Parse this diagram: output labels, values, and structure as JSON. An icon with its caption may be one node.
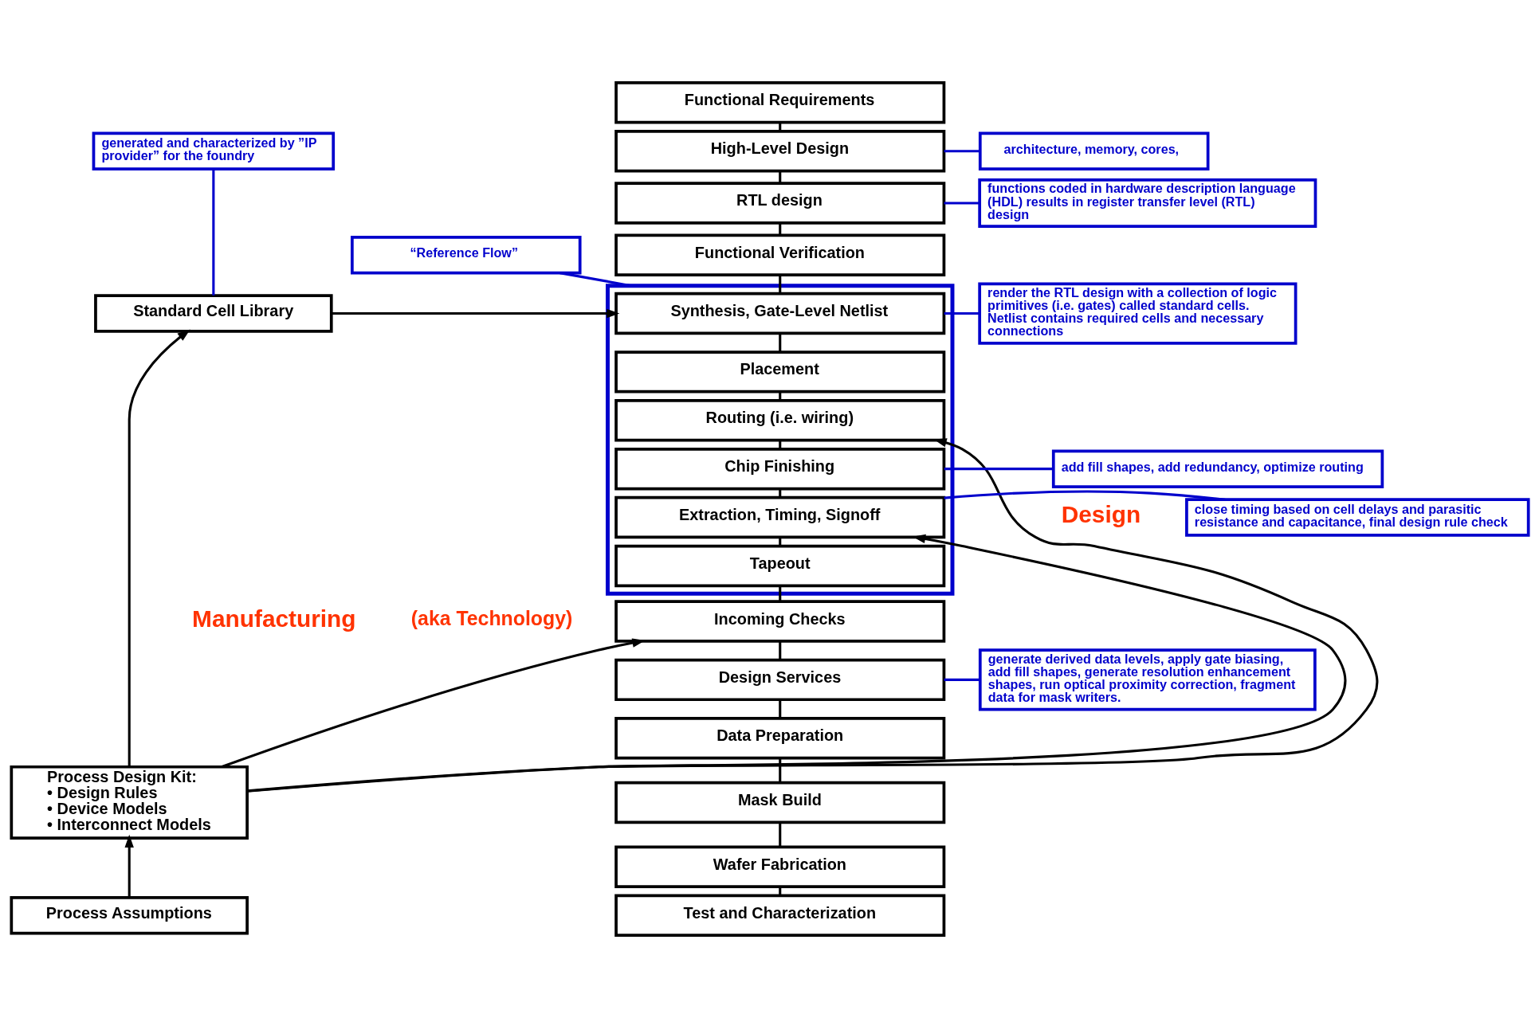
{
  "diagram": {
    "nodes": [
      {
        "text": [
          "Functional Requirements"
        ]
      },
      {
        "text": [
          "High-Level Design"
        ]
      },
      {
        "text": [
          "RTL design"
        ]
      },
      {
        "text": [
          "Functional Verification"
        ]
      },
      {
        "text": [],
        "shape": "box"
      },
      {
        "text": [
          "Synthesis, Gate-Level Netlist"
        ],
        "in": 4
      },
      {
        "text": [
          "Placement"
        ],
        "in": 4
      },
      {
        "text": [
          "Routing (i.e. wiring)"
        ],
        "in": 4
      },
      {
        "text": [
          "Chip Finishing"
        ],
        "in": 4
      },
      {
        "text": [
          "Extraction, Timing, Signoff"
        ],
        "in": 4
      },
      {
        "text": [
          "Tapeout"
        ],
        "in": 4
      },
      {
        "text": [
          "Incoming Checks"
        ]
      },
      {
        "text": [
          "Design Services"
        ]
      },
      {
        "text": [
          "Data Preparation"
        ]
      },
      {
        "text": [
          "Mask Build"
        ]
      },
      {
        "text": [
          "Wafer Fabrication"
        ]
      },
      {
        "text": [
          "Test and Characterization"
        ]
      },
      {
        "text": [
          "generated and characterized by ”IP provider” for the foundry"
        ]
      },
      {
        "text": [
          "“Reference Flow”"
        ]
      },
      {
        "text": [
          "Standard Cell Library"
        ]
      },
      {
        "text": [
          "Process Design Kit:",
          "• Design Rules",
          "• Device Models",
          "• Interconnect Models"
        ]
      },
      {
        "text": [
          "Process Assumptions"
        ]
      },
      {
        "text": [
          "architecture, memory, cores,"
        ]
      },
      {
        "text": [
          "functions coded in hardware description language (HDL) results in register transfer level (RTL) design"
        ]
      },
      {
        "text": [
          "render the RTL design with a collection of logic primitives (i.e. gates) called standard cells. Netlist contains required cells and necessary connections"
        ]
      },
      {
        "text": [
          "add fill shapes, add redundancy, optimize routing"
        ]
      },
      {
        "text": [
          "close timing based on cell delays and parasitic resistance and capacitance, final design rule check"
        ]
      },
      {
        "text": [
          "generate derived data levels, apply gate biasing, add fill shapes, generate resolution enhancement shapes, run optical proximity correction, fragment data for mask writers."
        ]
      }
    ],
    "edges": [
      {
        "from": 0,
        "to": 1,
        "arrow": "none"
      },
      {
        "from": 1,
        "to": 2,
        "arrow": "none"
      },
      {
        "from": 2,
        "to": 3,
        "arrow": "none"
      },
      {
        "from": 3,
        "to": 5,
        "arrow": "none"
      },
      {
        "from": 5,
        "to": 6,
        "arrow": "none"
      },
      {
        "from": 6,
        "to": 7,
        "arrow": "none"
      },
      {
        "from": 7,
        "to": 8,
        "arrow": "none"
      },
      {
        "from": 8,
        "to": 9,
        "arrow": "none"
      },
      {
        "from": 9,
        "to": 10,
        "arrow": "none"
      },
      {
        "from": 10,
        "to": 11,
        "arrow": "none"
      },
      {
        "from": 11,
        "to": 12,
        "arrow": "none"
      },
      {
        "from": 12,
        "to": 13,
        "arrow": "none"
      },
      {
        "from": 13,
        "to": 14,
        "arrow": "none"
      },
      {
        "from": 14,
        "to": 15,
        "arrow": "none"
      },
      {
        "from": 15,
        "to": 16,
        "arrow": "none"
      },
      {
        "from": 19,
        "to": 5,
        "arrow": "to"
      },
      {
        "from": 20,
        "to": 19,
        "arrow": "to"
      },
      {
        "from": 20,
        "to": 7,
        "arrow": "to"
      },
      {
        "from": 20,
        "to": 9,
        "arrow": "to"
      },
      {
        "from": 20,
        "to": 11,
        "arrow": "to"
      },
      {
        "from": 21,
        "to": 20,
        "arrow": "to"
      },
      {
        "from": 17,
        "to": 19,
        "arrow": "none",
        "color": "#0000cc"
      },
      {
        "from": 18,
        "to": 4,
        "arrow": "none",
        "color": "#0000cc"
      },
      {
        "from": 22,
        "to": 1,
        "arrow": "none",
        "color": "#0000cc"
      },
      {
        "from": 23,
        "to": 2,
        "arrow": "none",
        "color": "#0000cc"
      },
      {
        "from": 24,
        "to": 5,
        "arrow": "none",
        "color": "#0000cc"
      },
      {
        "from": 25,
        "to": 8,
        "arrow": "none",
        "color": "#0000cc"
      },
      {
        "from": 26,
        "to": 9,
        "arrow": "none",
        "color": "#0000cc"
      },
      {
        "from": 27,
        "to": 12,
        "arrow": "none",
        "color": "#0000cc"
      }
    ],
    "labels": [
      "Design",
      "Manufacturing",
      "(aka Technology)"
    ]
  }
}
